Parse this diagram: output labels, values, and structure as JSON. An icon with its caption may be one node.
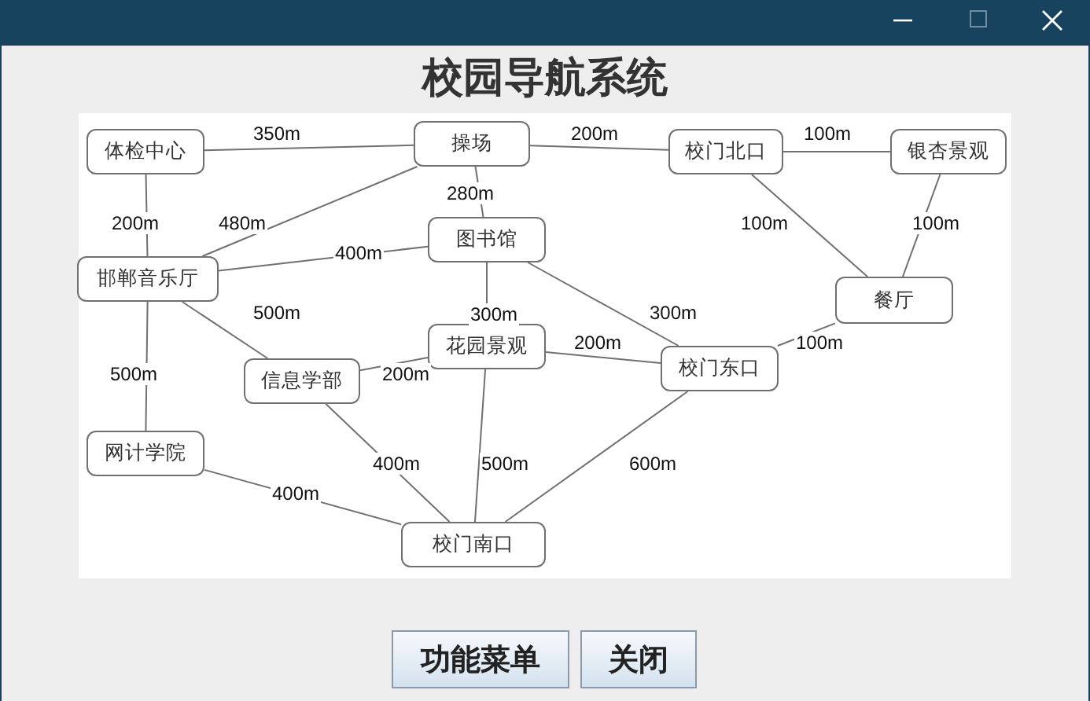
{
  "diagram": {
    "title": "校园导航系统",
    "nodes": [
      {
        "text": [
          "体检中心"
        ]
      },
      {
        "text": [
          "操场"
        ]
      },
      {
        "text": [
          "校门北口"
        ]
      },
      {
        "text": [
          "银杏景观"
        ]
      },
      {
        "text": [
          "图书馆"
        ]
      },
      {
        "text": [
          "邯郸音乐厅"
        ]
      },
      {
        "text": [
          "餐厅"
        ]
      },
      {
        "text": [
          "花园景观"
        ]
      },
      {
        "text": [
          "信息学部"
        ]
      },
      {
        "text": [
          "校门东口"
        ]
      },
      {
        "text": [
          "网计学院"
        ]
      },
      {
        "text": [
          "校门南口"
        ]
      }
    ],
    "edges": [
      {
        "from": 0,
        "to": 1,
        "arrow": "none",
        "label": "350m"
      },
      {
        "from": 1,
        "to": 2,
        "arrow": "none",
        "label": "200m"
      },
      {
        "from": 2,
        "to": 3,
        "arrow": "none",
        "label": "100m"
      },
      {
        "from": 0,
        "to": 5,
        "arrow": "none",
        "label": "200m"
      },
      {
        "from": 1,
        "to": 5,
        "arrow": "none",
        "label": "480m"
      },
      {
        "from": 1,
        "to": 4,
        "arrow": "none",
        "label": "280m"
      },
      {
        "from": 5,
        "to": 4,
        "arrow": "none",
        "label": "400m"
      },
      {
        "from": 5,
        "to": 8,
        "arrow": "none",
        "label": "500m"
      },
      {
        "from": 4,
        "to": 7,
        "arrow": "none",
        "label": "300m"
      },
      {
        "from": 4,
        "to": 9,
        "arrow": "none",
        "label": "300m"
      },
      {
        "from": 2,
        "to": 6,
        "arrow": "none",
        "label": "100m"
      },
      {
        "from": 3,
        "to": 6,
        "arrow": "none",
        "label": "100m"
      },
      {
        "from": 6,
        "to": 9,
        "arrow": "none",
        "label": "100m"
      },
      {
        "from": 7,
        "to": 9,
        "arrow": "none",
        "label": "200m"
      },
      {
        "from": 8,
        "to": 7,
        "arrow": "none",
        "label": "200m"
      },
      {
        "from": 5,
        "to": 10,
        "arrow": "none",
        "label": "500m"
      },
      {
        "from": 8,
        "to": 11,
        "arrow": "none",
        "label": "400m"
      },
      {
        "from": 7,
        "to": 11,
        "arrow": "none",
        "label": "500m"
      },
      {
        "from": 10,
        "to": 11,
        "arrow": "none",
        "label": "400m"
      },
      {
        "from": 9,
        "to": 11,
        "arrow": "none",
        "label": "600m"
      }
    ],
    "labels": [
      "功能菜单",
      "关闭"
    ]
  }
}
